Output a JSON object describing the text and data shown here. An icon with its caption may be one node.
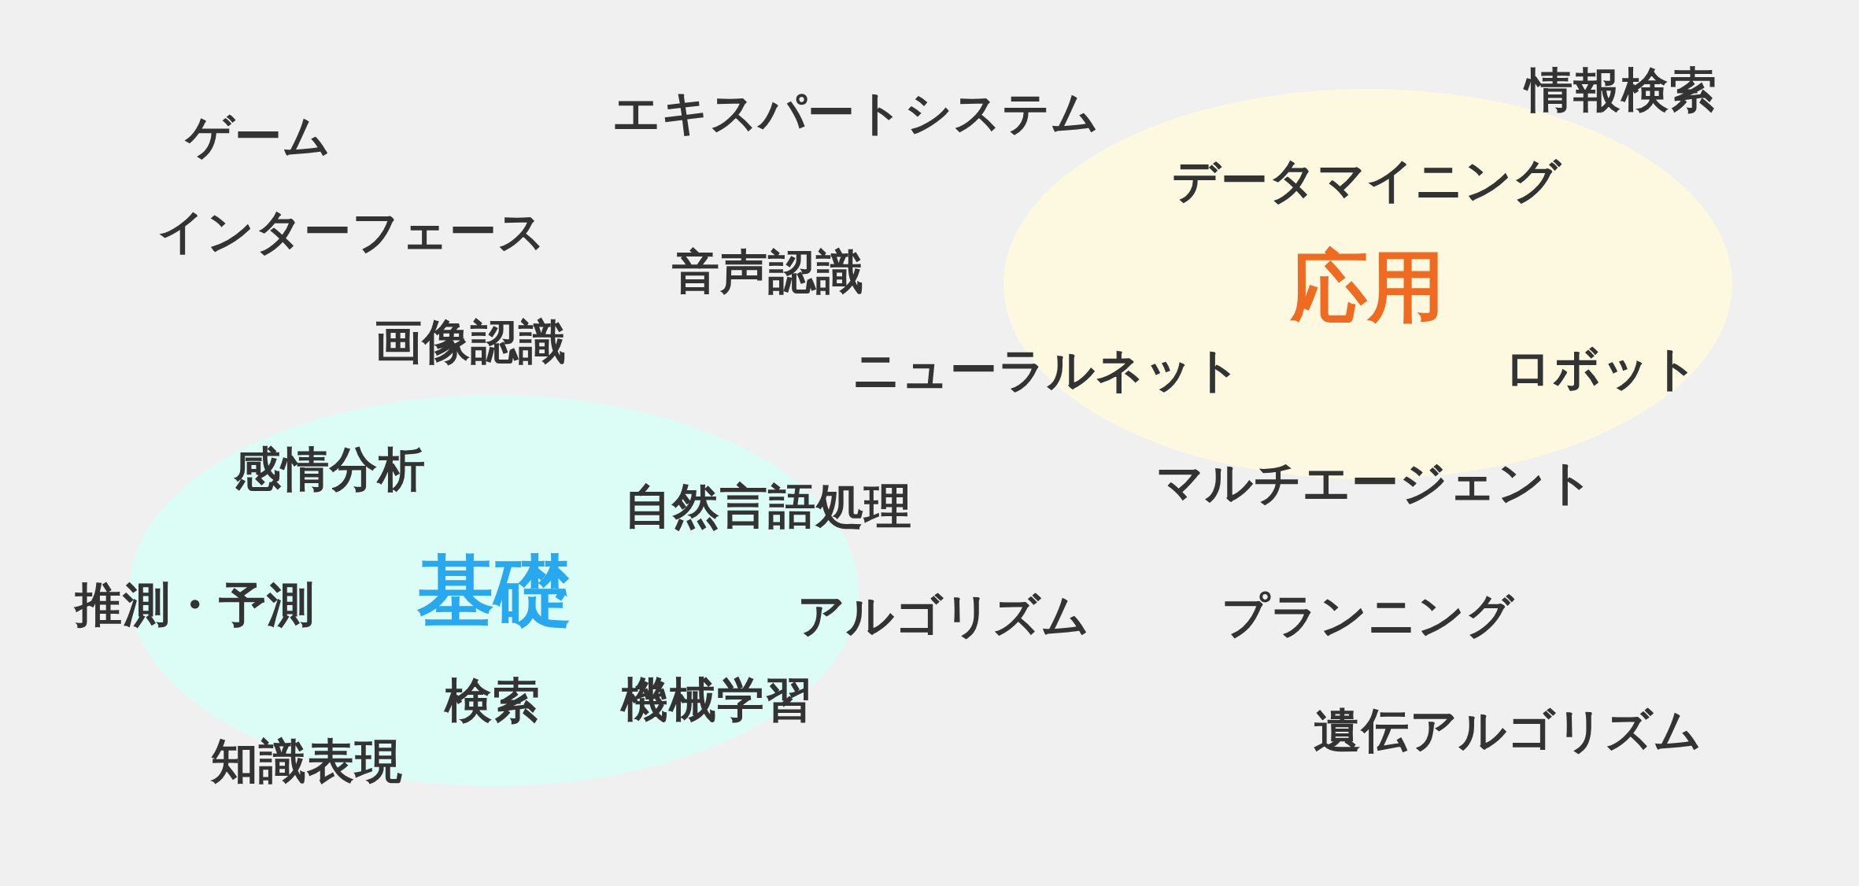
{
  "diagram": {
    "nodes": [
      {
        "text": [
          "応用"
        ]
      },
      {
        "text": [
          "基礎"
        ]
      }
    ],
    "labels": [
      "ゲーム",
      "エキスパートシステム",
      "情報検索",
      "データマイニング",
      "インターフェース",
      "音声認識",
      "画像認識",
      "ニューラルネット",
      "ロボット",
      "感情分析",
      "自然言語処理",
      "マルチエージェント",
      "推測・予測",
      "アルゴリズム",
      "プランニング",
      "検索",
      "機械学習",
      "遺伝アルゴリズム",
      "知識表現"
    ]
  }
}
